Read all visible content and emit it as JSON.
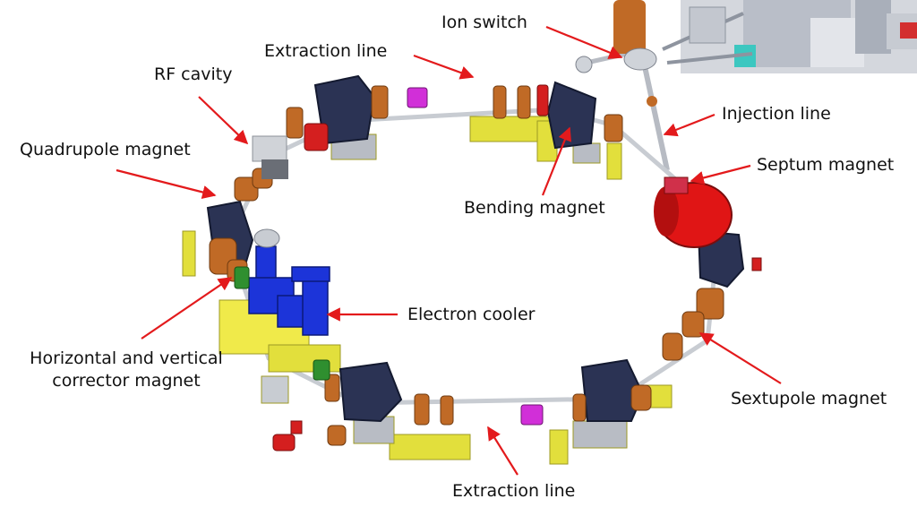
{
  "labels": {
    "ion_switch": "Ion switch",
    "extraction_line_top": "Extraction line",
    "rf_cavity": "RF cavity",
    "quadrupole_magnet": "Quadrupole magnet",
    "injection_line": "Injection line",
    "septum_magnet": "Septum magnet",
    "bending_magnet": "Bending magnet",
    "electron_cooler": "Electron cooler",
    "corrector_magnet_line1": "Horizontal and vertical",
    "corrector_magnet_line2": "corrector magnet",
    "sextupole_magnet": "Sextupole magnet",
    "extraction_line_bottom": "Extraction line"
  },
  "colors": {
    "arrow": "#e31a1c",
    "bending_magnet": "#2b3354",
    "quadrupole_coil": "#c06a26",
    "rf_cavity_red": "#d41f1f",
    "septum_red": "#e01515",
    "electron_cooler_blue": "#1c34d9",
    "support_yellow": "#e2df3c",
    "support_grey": "#b8bcc4",
    "beam_pipe": "#c8ccd2",
    "magenta_element": "#d12fd8",
    "corrector_green": "#2f8f2f",
    "building_grey": "#9aa0ab"
  }
}
